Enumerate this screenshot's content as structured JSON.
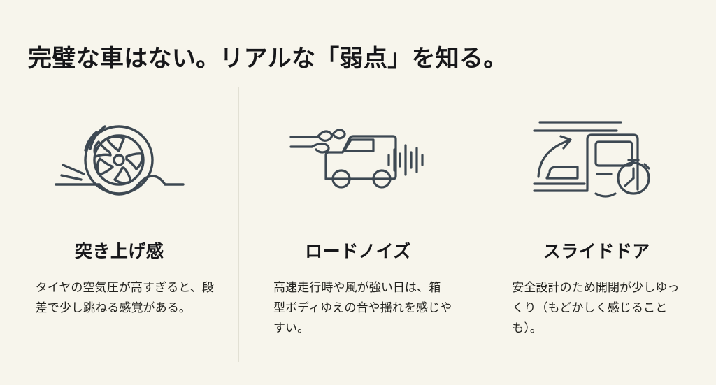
{
  "section": {
    "heading": "完璧な車はない。リアルな「弱点」を知る。",
    "background_color": "#f7f5ec",
    "heading_color": "#17171a",
    "icon_color": "#3d4852",
    "divider_color": "#e2e0d4"
  },
  "columns": [
    {
      "icon": "tire-bump-icon",
      "title": "突き上げ感",
      "body": "タイヤの空気圧が高すぎると、段差で少し跳ねる感覚がある。"
    },
    {
      "icon": "van-road-noise-icon",
      "title": "ロードノイズ",
      "body": "高速走行時や風が強い日は、箱型ボディゆえの音や揺れを感じやすい。"
    },
    {
      "icon": "sliding-door-timer-icon",
      "title": "スライドドア",
      "body": "安全設計のため開閉が少しゆっくり（もどかしく感じることも）。"
    }
  ]
}
